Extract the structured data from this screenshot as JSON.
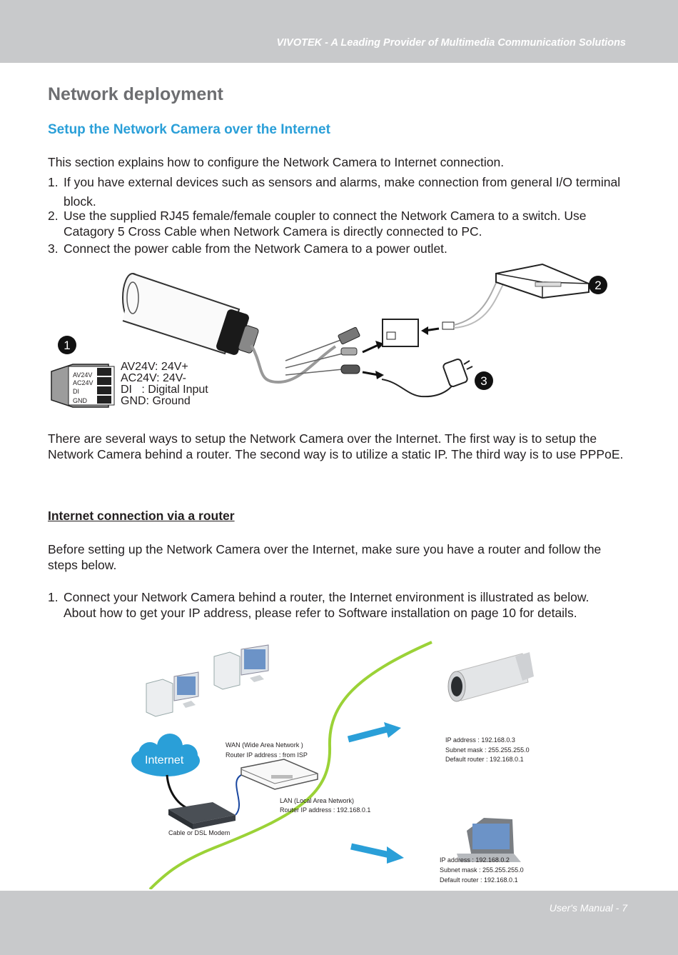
{
  "header": {
    "tagline": "VIVOTEK - A Leading Provider of Multimedia Communication Solutions"
  },
  "title": "Network deployment",
  "subtitle": "Setup the Network Camera over the Internet",
  "intro": "This section explains how to configure the Network Camera to Internet connection.",
  "steps": [
    {
      "num": "1.",
      "text": "If you have external devices such as sensors and alarms, make connection from general I/O terminal block."
    },
    {
      "num": "2.",
      "text": "Use the supplied RJ45 female/female coupler to connect the Network Camera to a switch. Use Catagory 5 Cross Cable when Network Camera is directly connected to PC."
    },
    {
      "num": "3.",
      "text": "Connect the power cable from the Network Camera to a power outlet."
    }
  ],
  "figure1": {
    "badges": [
      "1",
      "2",
      "3"
    ],
    "terminal_labels": [
      "AV24V",
      "AC24V",
      "DI",
      "GND"
    ],
    "legend": [
      "AV24V: 24V+",
      "AC24V: 24V-",
      "DI   : Digital Input",
      "GND: Ground"
    ]
  },
  "para2": "There are several ways to setup the Network Camera over the Internet. The first way is to setup the Network Camera behind a router. The second way is to utilize a static IP. The third way is to use PPPoE.",
  "section_heading": "Internet connection via a router",
  "para3": "Before setting up the Network Camera over the Internet, make sure you have a router and follow the steps below.",
  "step_router": {
    "num": "1.",
    "text": "Connect your Network Camera behind a router, the Internet environment is illustrated as below. About how to get your IP address, please refer to Software installation on page 10 for details."
  },
  "figure2": {
    "internet": "Internet",
    "wan_line1": "WAN (Wide Area Network )",
    "wan_line2": "Router IP address : from ISP",
    "lan_line1": "LAN (Local Area Network)",
    "lan_line2": "Router IP address : 192.168.0.1",
    "modem": "Cable or DSL Modem",
    "cam_ip": "IP address : 192.168.0.3",
    "cam_mask": "Subnet mask : 255.255.255.0",
    "cam_router": "Default router : 192.168.0.1",
    "pc_ip": "IP address : 192.168.0.2",
    "pc_mask": "Subnet mask : 255.255.255.0",
    "pc_router": "Default router : 192.168.0.1"
  },
  "footer": {
    "page": "User's Manual - 7"
  }
}
